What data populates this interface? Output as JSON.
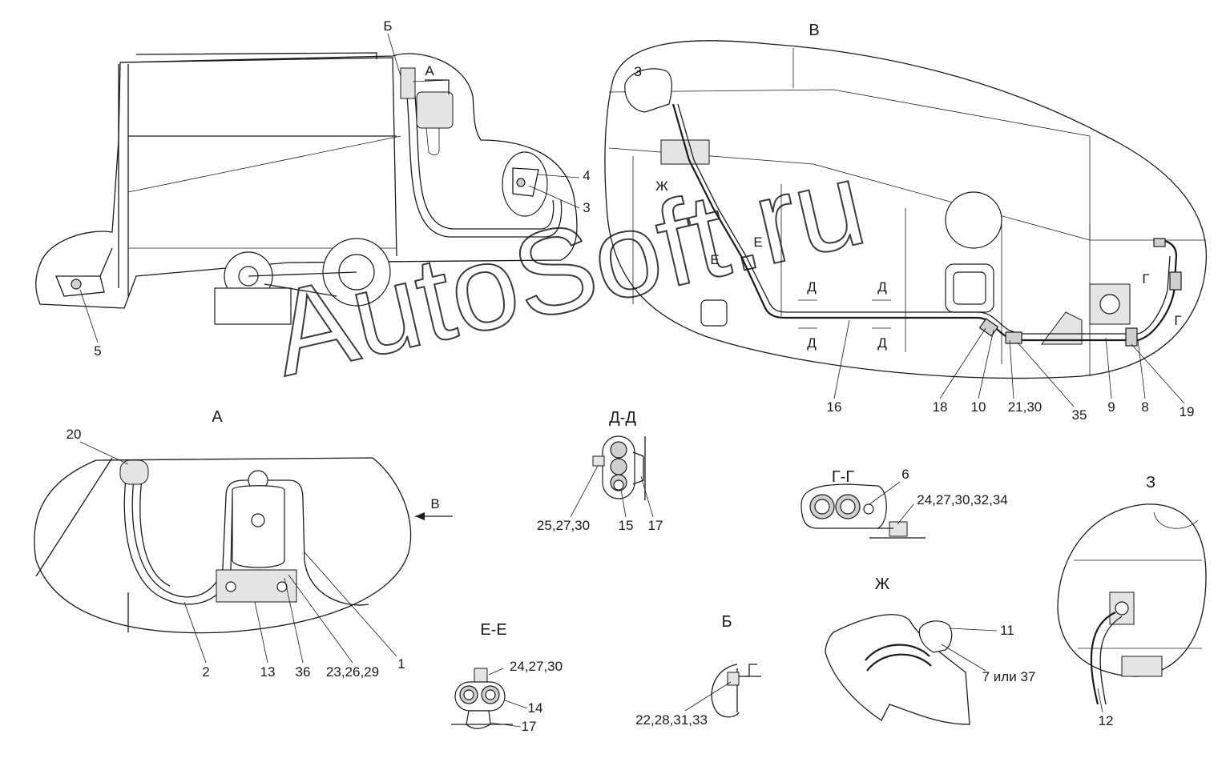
{
  "watermark": "AutoSoft.ru",
  "views": {
    "main_left": {
      "label_b": "Б",
      "label_a": "А",
      "callouts": [
        "4",
        "3",
        "5"
      ]
    },
    "view_v": {
      "title": "В",
      "marks": [
        "З",
        "Ж",
        "Е",
        "Е",
        "Д",
        "Д",
        "Д",
        "Д",
        "Г",
        "Г"
      ],
      "callouts": [
        "16",
        "18",
        "10",
        "21,30",
        "35",
        "9",
        "8",
        "19"
      ]
    },
    "view_a": {
      "title": "А",
      "arrow_label": "В",
      "callouts": [
        "20",
        "2",
        "13",
        "36",
        "23,26,29",
        "1"
      ]
    },
    "section_dd": {
      "title": "Д-Д",
      "callouts": [
        "25,27,30",
        "15",
        "17"
      ]
    },
    "section_gg": {
      "title": "Г-Г",
      "callouts": [
        "6",
        "24,27,30,32,34"
      ]
    },
    "view_z": {
      "title": "З",
      "callouts": [
        "12"
      ]
    },
    "section_ee": {
      "title": "Е-Е",
      "callouts": [
        "24,27,30",
        "14",
        "17"
      ]
    },
    "view_b": {
      "title": "Б",
      "callouts": [
        "22,28,31,33"
      ]
    },
    "view_zh": {
      "title": "Ж",
      "callouts": [
        "11",
        "7 или 37"
      ]
    }
  }
}
